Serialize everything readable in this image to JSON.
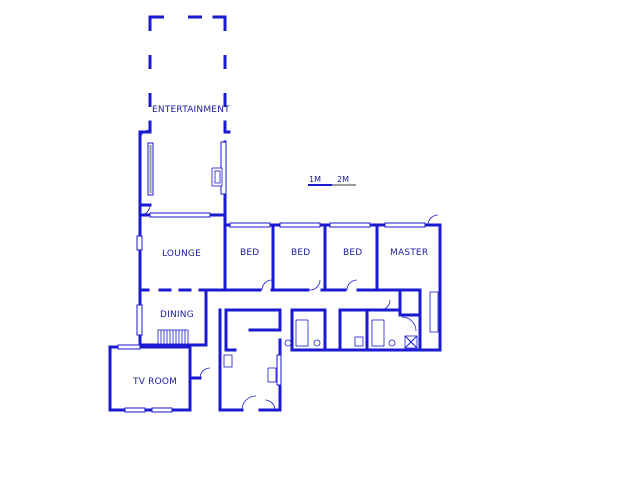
{
  "rooms": {
    "entertainment": "ENTERTAINMENT",
    "lounge": "LOUNGE",
    "bed1": "BED",
    "bed2": "BED",
    "bed3": "BED",
    "master": "MASTER",
    "dining": "DINING",
    "tv_room": "TV ROOM"
  },
  "scale": {
    "label_1": "1M",
    "label_2": "2M"
  },
  "colors": {
    "wall": "#1a1ad0",
    "window": "#9a9a9a",
    "background": "#ffffff"
  }
}
